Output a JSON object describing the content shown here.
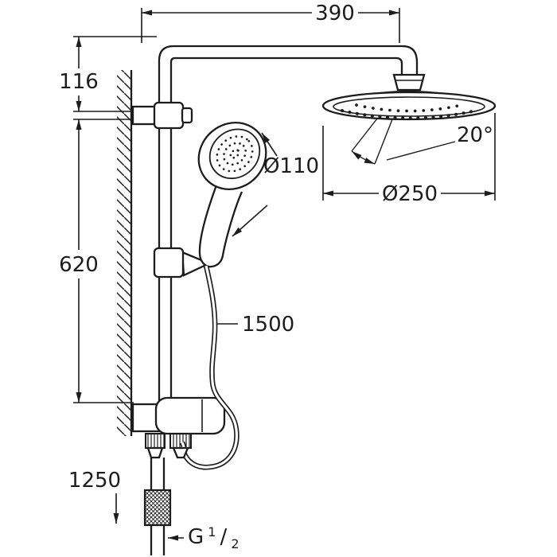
{
  "labels": {
    "width_top": "390",
    "height_upper": "116",
    "height_rail": "620",
    "head_angle": "20°",
    "hand_shower_diameter": "Ø110",
    "head_shower_diameter": "Ø250",
    "hose_length": "1500",
    "supply_length": "1250",
    "thread_g": "G",
    "thread_numerator": "1",
    "thread_slash": "/",
    "thread_denominator": "2"
  },
  "colors": {
    "line": "#1c1c1c",
    "background": "#ffffff"
  }
}
